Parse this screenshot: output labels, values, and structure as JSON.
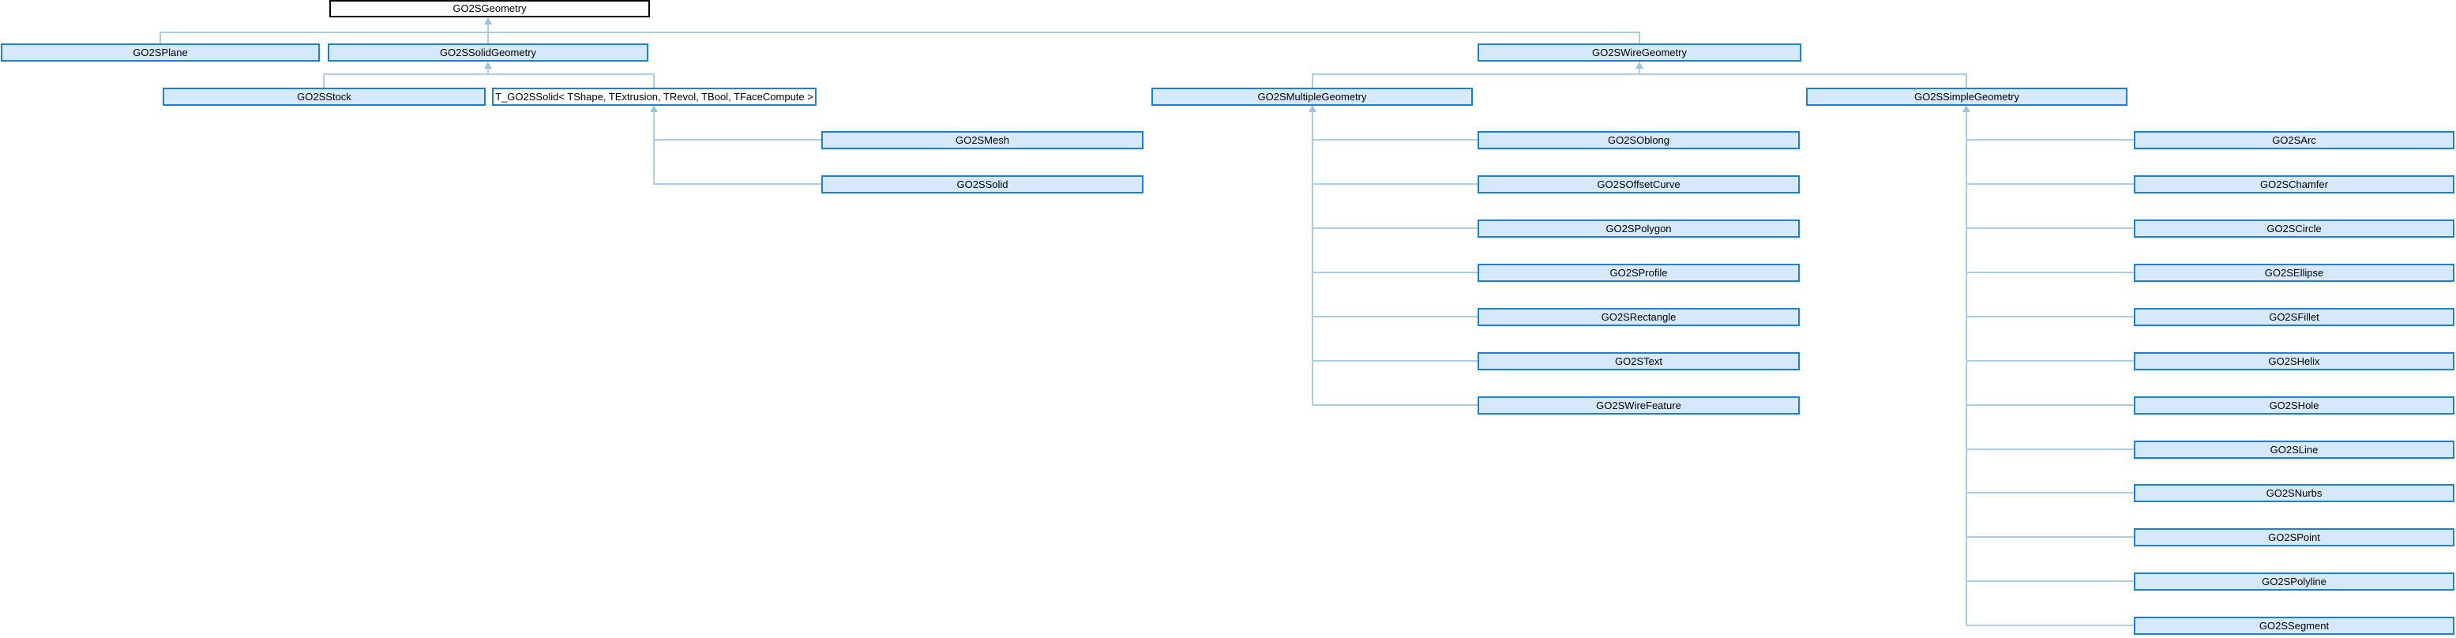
{
  "diagram_type": "class-inheritance-graph",
  "colors": {
    "node_fill": "#d6e9fb",
    "node_border": "#1a80d8",
    "root_fill": "#ffffff",
    "root_border": "#000000",
    "edge_line": "#aacfe5",
    "arrowhead": "#9cc4de",
    "text": "#000000"
  },
  "nodes": {
    "geometry": "GO2SGeometry",
    "plane": "GO2SPlane",
    "solid_geometry": "GO2SSolidGeometry",
    "wire_geometry": "GO2SWireGeometry",
    "stock": "GO2SStock",
    "t_go2ssolid": "T_GO2SSolid< TShape, TExtrusion, TRevol, TBool, TFaceCompute >",
    "mesh": "GO2SMesh",
    "solid": "GO2SSolid",
    "multiple_geometry": "GO2SMultipleGeometry",
    "simple_geometry": "GO2SSimpleGeometry",
    "oblong": "GO2SOblong",
    "offset_curve": "GO2SOffsetCurve",
    "polygon": "GO2SPolygon",
    "profile": "GO2SProfile",
    "rectangle": "GO2SRectangle",
    "text": "GO2SText",
    "wire_feature": "GO2SWireFeature",
    "arc": "GO2SArc",
    "chamfer": "GO2SChamfer",
    "circle": "GO2SCircle",
    "ellipse": "GO2SEllipse",
    "fillet": "GO2SFillet",
    "helix": "GO2SHelix",
    "hole": "GO2SHole",
    "line": "GO2SLine",
    "nurbs": "GO2SNurbs",
    "point": "GO2SPoint",
    "polyline": "GO2SPolyline",
    "segment": "GO2SSegment"
  },
  "hierarchy": [
    {
      "parent": "GO2SGeometry",
      "children": [
        "GO2SPlane",
        "GO2SSolidGeometry",
        "GO2SWireGeometry"
      ]
    },
    {
      "parent": "GO2SSolidGeometry",
      "children": [
        "GO2SStock",
        "T_GO2SSolid< TShape, TExtrusion, TRevol, TBool, TFaceCompute >"
      ]
    },
    {
      "parent": "T_GO2SSolid< TShape, TExtrusion, TRevol, TBool, TFaceCompute >",
      "children": [
        "GO2SMesh",
        "GO2SSolid"
      ]
    },
    {
      "parent": "GO2SWireGeometry",
      "children": [
        "GO2SMultipleGeometry",
        "GO2SSimpleGeometry"
      ]
    },
    {
      "parent": "GO2SMultipleGeometry",
      "children": [
        "GO2SOblong",
        "GO2SOffsetCurve",
        "GO2SPolygon",
        "GO2SProfile",
        "GO2SRectangle",
        "GO2SText",
        "GO2SWireFeature"
      ]
    },
    {
      "parent": "GO2SSimpleGeometry",
      "children": [
        "GO2SArc",
        "GO2SChamfer",
        "GO2SCircle",
        "GO2SEllipse",
        "GO2SFillet",
        "GO2SHelix",
        "GO2SHole",
        "GO2SLine",
        "GO2SNurbs",
        "GO2SPoint",
        "GO2SPolyline",
        "GO2SSegment"
      ]
    }
  ]
}
